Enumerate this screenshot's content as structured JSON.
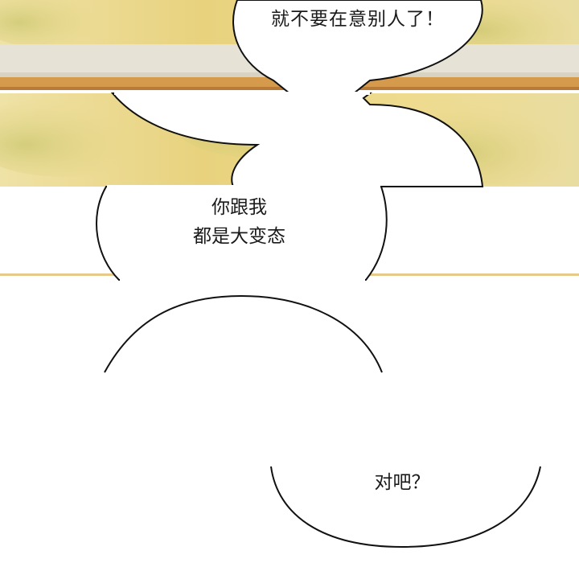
{
  "bubbles": {
    "line1": "就不要在意别人了！",
    "line2a": "你跟我",
    "line2b": "都是大变态",
    "line3": "对吧？"
  },
  "colors": {
    "background_top": "#e9d98a",
    "foliage_green": "#b8b860",
    "window_frame": "#d59a4b",
    "ink": "#111111"
  }
}
